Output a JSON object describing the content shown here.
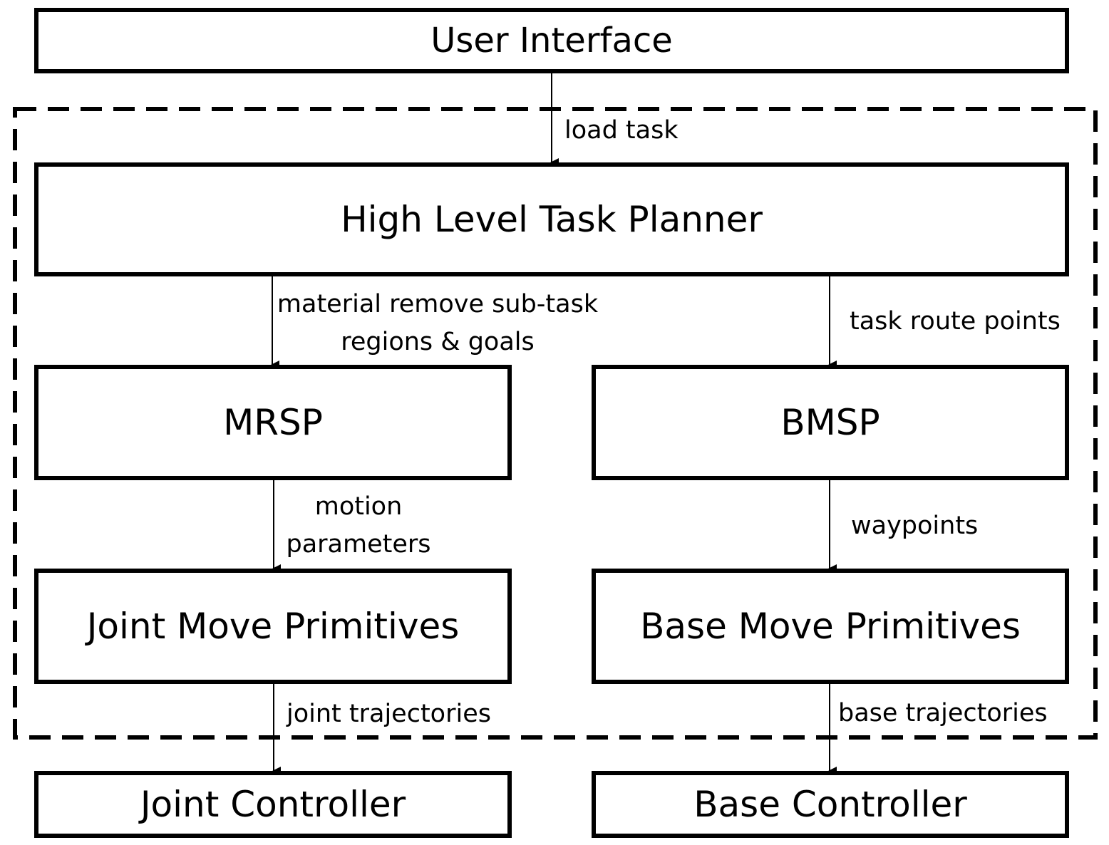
{
  "boxes": {
    "user_interface": "User Interface",
    "high_level_task_planner": "High Level Task Planner",
    "mrsp": "MRSP",
    "bmsp": "BMSP",
    "joint_move_primitives": "Joint Move Primitives",
    "base_move_primitives": "Base Move Primitives",
    "joint_controller": "Joint Controller",
    "base_controller": "Base Controller"
  },
  "edges": {
    "load_task": "load task",
    "material_remove_line1": "material remove sub-task",
    "material_remove_line2": "regions & goals",
    "task_route_points": "task route points",
    "motion_line1": "motion",
    "motion_line2": "parameters",
    "waypoints": "waypoints",
    "joint_trajectories": "joint trajectories",
    "base_trajectories": "base trajectories"
  },
  "style": {
    "line_color": "#000000",
    "background": "#ffffff",
    "frame": "dashed"
  }
}
